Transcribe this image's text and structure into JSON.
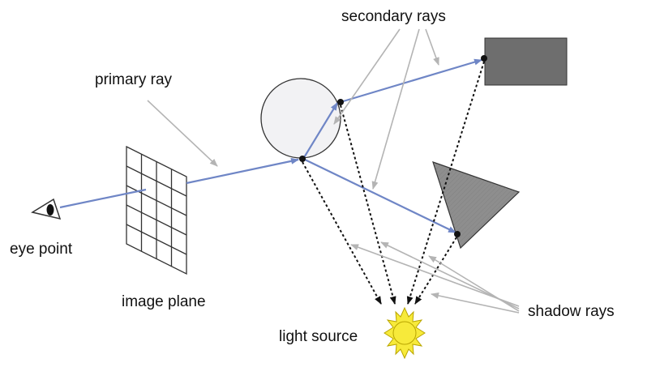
{
  "labels": {
    "secondary_rays": "secondary rays",
    "primary_ray": "primary ray",
    "eye_point": "eye point",
    "image_plane": "image plane",
    "light_source": "light source",
    "shadow_rays": "shadow rays"
  },
  "colors": {
    "ray": "#6f86c6",
    "callout_arrow": "#b4b4b4",
    "shadow_ray": "#111111",
    "sphere_fill": "#f2f2f4",
    "box_fill": "#6e6e6e",
    "triangle_fill": "#8e8e8e",
    "sun_fill": "#f7ea3a",
    "sun_stroke": "#b9a500",
    "outline": "#333333"
  }
}
